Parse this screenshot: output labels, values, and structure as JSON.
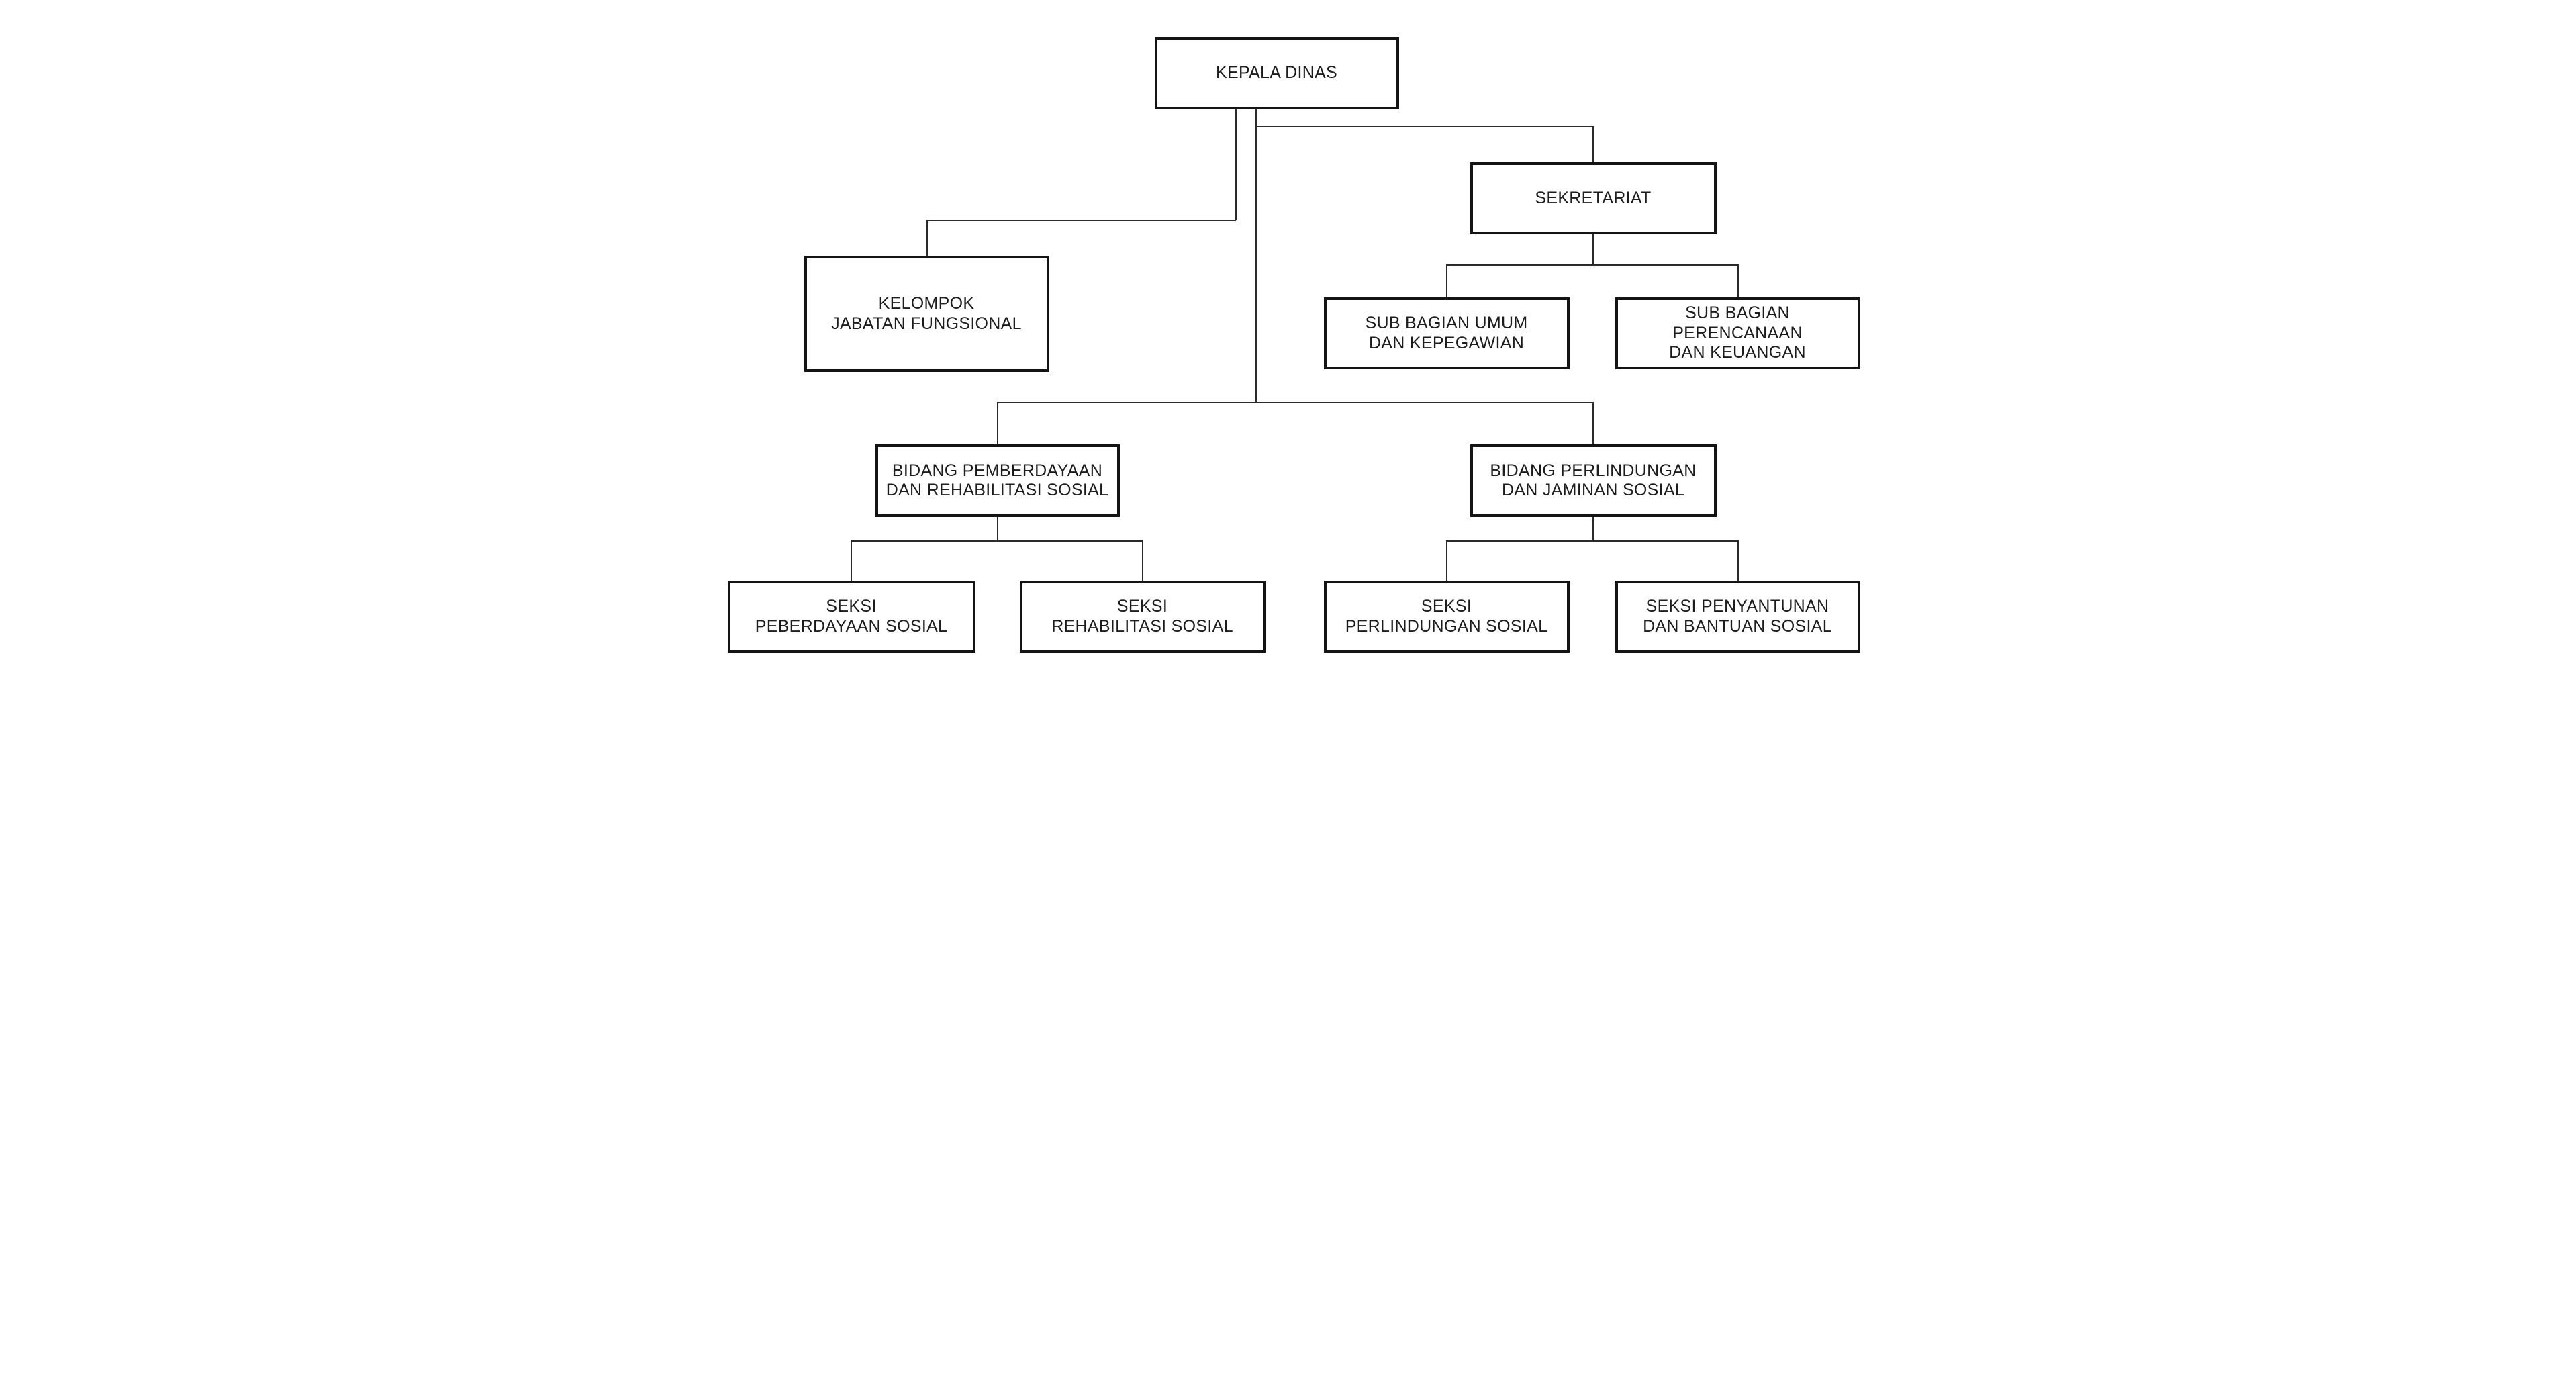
{
  "canvas": {
    "background": "#ffffff",
    "box_border_color": "#141414",
    "connector_color": "#2b2b2b",
    "text_color": "#1c1c1c"
  },
  "nodes": {
    "kepala_dinas": {
      "label": "KEPALA DINAS"
    },
    "sekretariat": {
      "label": "SEKRETARIAT"
    },
    "kelompok_jabatan_fungsional": {
      "label": "KELOMPOK\nJABATAN FUNGSIONAL"
    },
    "sub_bagian_umum": {
      "label": "SUB BAGIAN UMUM\nDAN KEPEGAWIAN"
    },
    "sub_bagian_perencanaan": {
      "label": "SUB BAGIAN\nPERENCANAAN\nDAN KEUANGAN"
    },
    "bidang_pemberdayaan": {
      "label": "BIDANG PEMBERDAYAAN\nDAN REHABILITASI SOSIAL"
    },
    "bidang_perlindungan": {
      "label": "BIDANG PERLINDUNGAN\nDAN JAMINAN SOSIAL"
    },
    "seksi_peberdayaan": {
      "label": "SEKSI\nPEBERDAYAAN SOSIAL"
    },
    "seksi_rehabilitasi": {
      "label": "SEKSI\nREHABILITASI SOSIAL"
    },
    "seksi_perlindungan": {
      "label": "SEKSI\nPERLINDUNGAN SOSIAL"
    },
    "seksi_penyantunan": {
      "label": "SEKSI PENYANTUNAN\nDAN BANTUAN SOSIAL"
    }
  },
  "edges": [
    {
      "from": "kepala_dinas",
      "to": "kelompok_jabatan_fungsional"
    },
    {
      "from": "kepala_dinas",
      "to": "sekretariat"
    },
    {
      "from": "kepala_dinas",
      "to": "bidang_pemberdayaan"
    },
    {
      "from": "kepala_dinas",
      "to": "bidang_perlindungan"
    },
    {
      "from": "sekretariat",
      "to": "sub_bagian_umum"
    },
    {
      "from": "sekretariat",
      "to": "sub_bagian_perencanaan"
    },
    {
      "from": "bidang_pemberdayaan",
      "to": "seksi_peberdayaan"
    },
    {
      "from": "bidang_pemberdayaan",
      "to": "seksi_rehabilitasi"
    },
    {
      "from": "bidang_perlindungan",
      "to": "seksi_perlindungan"
    },
    {
      "from": "bidang_perlindungan",
      "to": "seksi_penyantunan"
    }
  ]
}
